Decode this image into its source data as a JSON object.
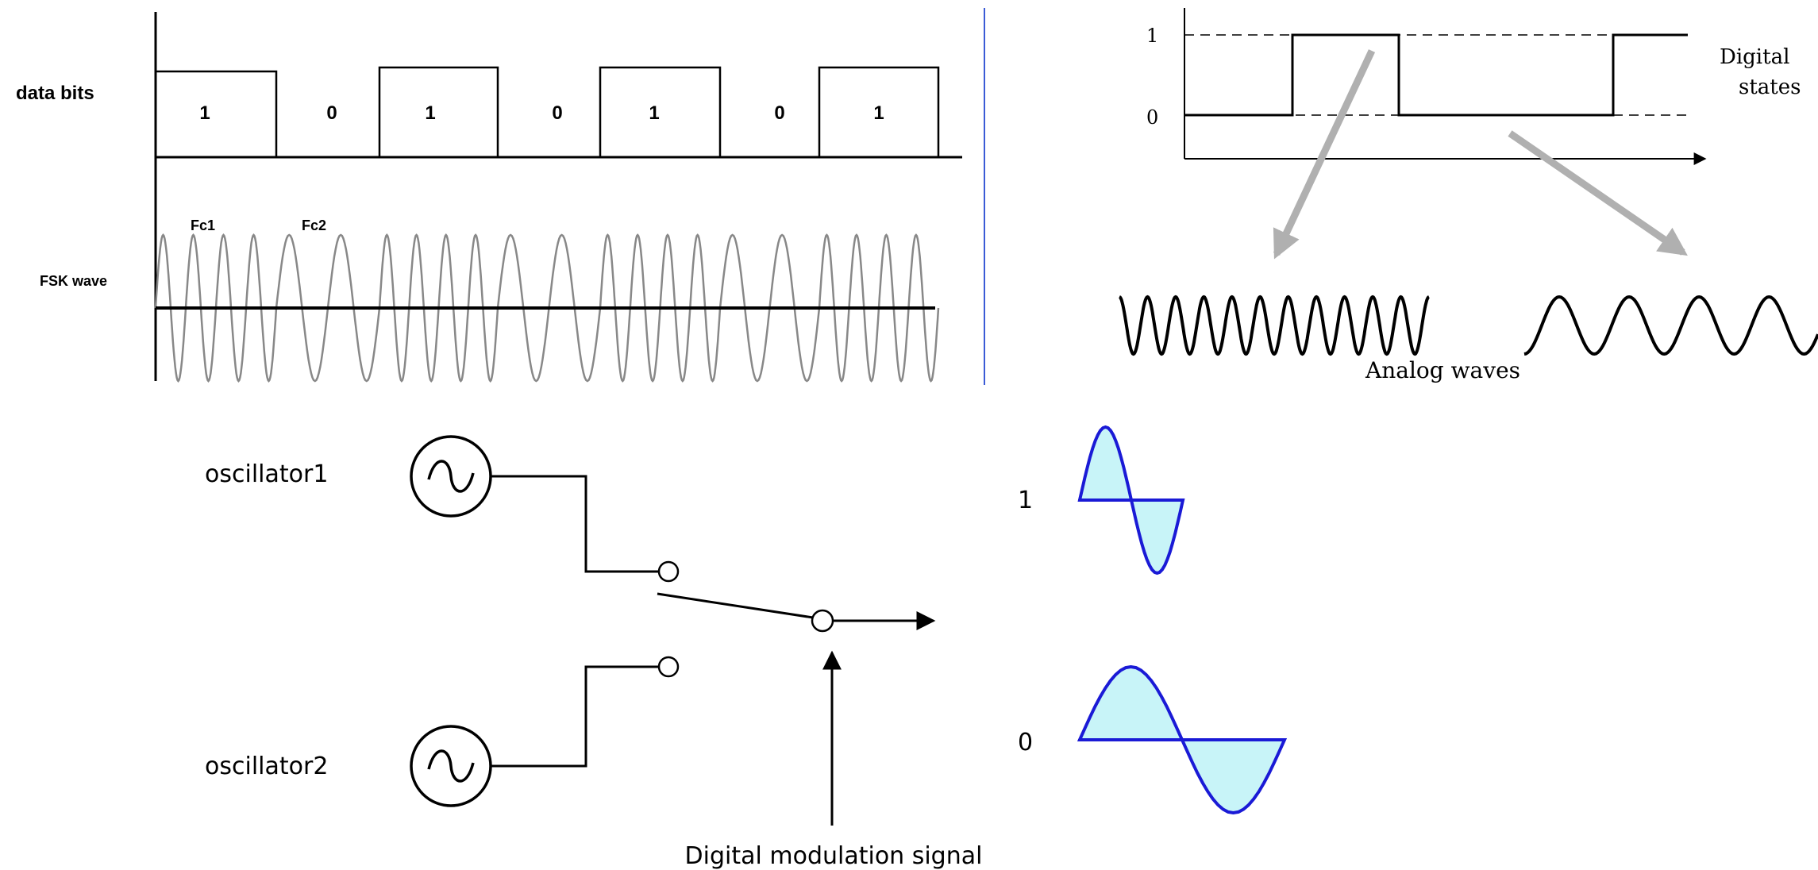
{
  "fsk_panel": {
    "row_label": "data bits",
    "bits": [
      "1",
      "0",
      "1",
      "0",
      "1",
      "0",
      "1"
    ],
    "wave_label": "FSK wave",
    "carrier_labels": [
      "Fc1",
      "Fc2"
    ]
  },
  "states_panel": {
    "level_labels": [
      "1",
      "0"
    ],
    "axis_caption_line1": "Digital",
    "axis_caption_line2": "states",
    "waves_caption": "Analog waves"
  },
  "switch_panel": {
    "oscillator1_label": "oscillator1",
    "oscillator2_label": "oscillator2",
    "signal_label": "Digital modulation signal",
    "sample_labels": [
      "1",
      "0"
    ]
  },
  "colors": {
    "ink": "#000000",
    "fsk_wave": "#888888",
    "arrow_gray": "#b0b0b0",
    "sine_stroke": "#1a1ad6",
    "sine_fill": "#c8f4f8",
    "divider": "#3b5bd6"
  },
  "icons": [
    "ac-source-icon",
    "arrow-head-icon"
  ]
}
